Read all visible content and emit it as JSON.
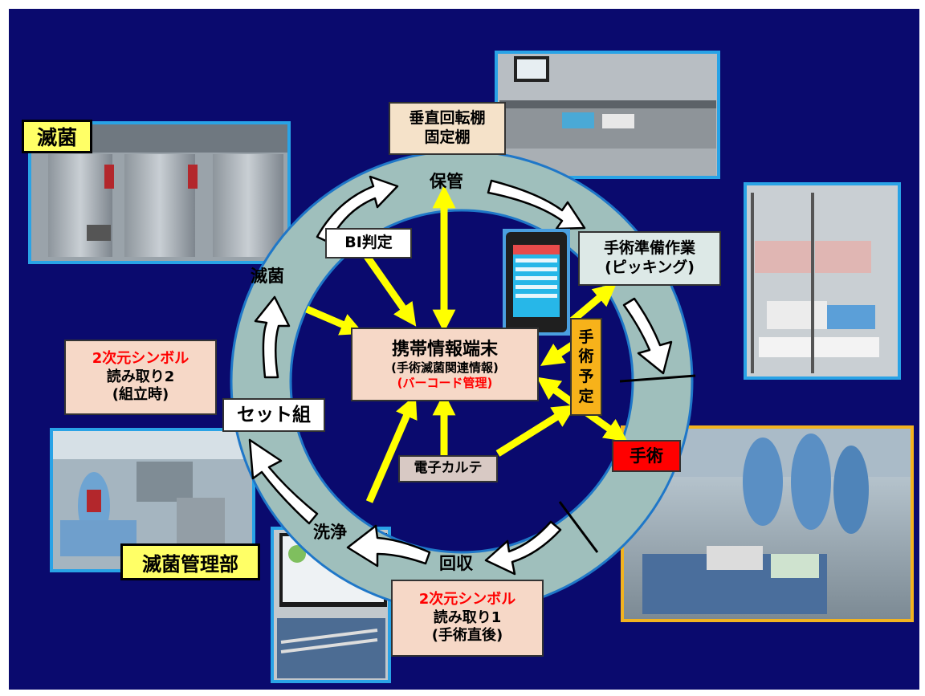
{
  "photos": {
    "sterilizer": {
      "label": "滅菌"
    },
    "shelf": {},
    "cart": {},
    "surgery": {},
    "department": {
      "label": "滅菌管理部"
    },
    "washing": {}
  },
  "ring": {
    "hokan": "保管",
    "mekkin": "滅菌",
    "senjo": "洗浄",
    "kaishu": "回収"
  },
  "boxes": {
    "shelf": {
      "line1": "垂直回転棚",
      "line2": "固定棚"
    },
    "bi": "BI判定",
    "picking": {
      "line1": "手術準備作業",
      "line2": "(ピッキング)"
    },
    "schedule": [
      "手",
      "術",
      "予",
      "定"
    ],
    "surgery": "手術",
    "set": "セット組",
    "karte": "電子カルテ",
    "read2": {
      "red": "2次元シンボル",
      "line2": "読み取り2",
      "line3": "(組立時)"
    },
    "read1": {
      "red": "2次元シンボル",
      "line2": "読み取り1",
      "line3": "(手術直後)"
    },
    "center": {
      "title": "携帯情報端末",
      "line2": "(手術滅菌関連情報)",
      "line3": "(バーコード管理)"
    }
  },
  "colors": {
    "background": "#0a0a6e",
    "ring": "#9fbfbc",
    "ring_border": "#1f77c8",
    "arrow_yellow": "#ffff00",
    "box_peach": "#f6d8c7",
    "box_tan": "#f5e2c9",
    "box_light": "#dde9e7",
    "surgery_red": "#ff0000",
    "schedule_orange": "#f7b21a"
  }
}
